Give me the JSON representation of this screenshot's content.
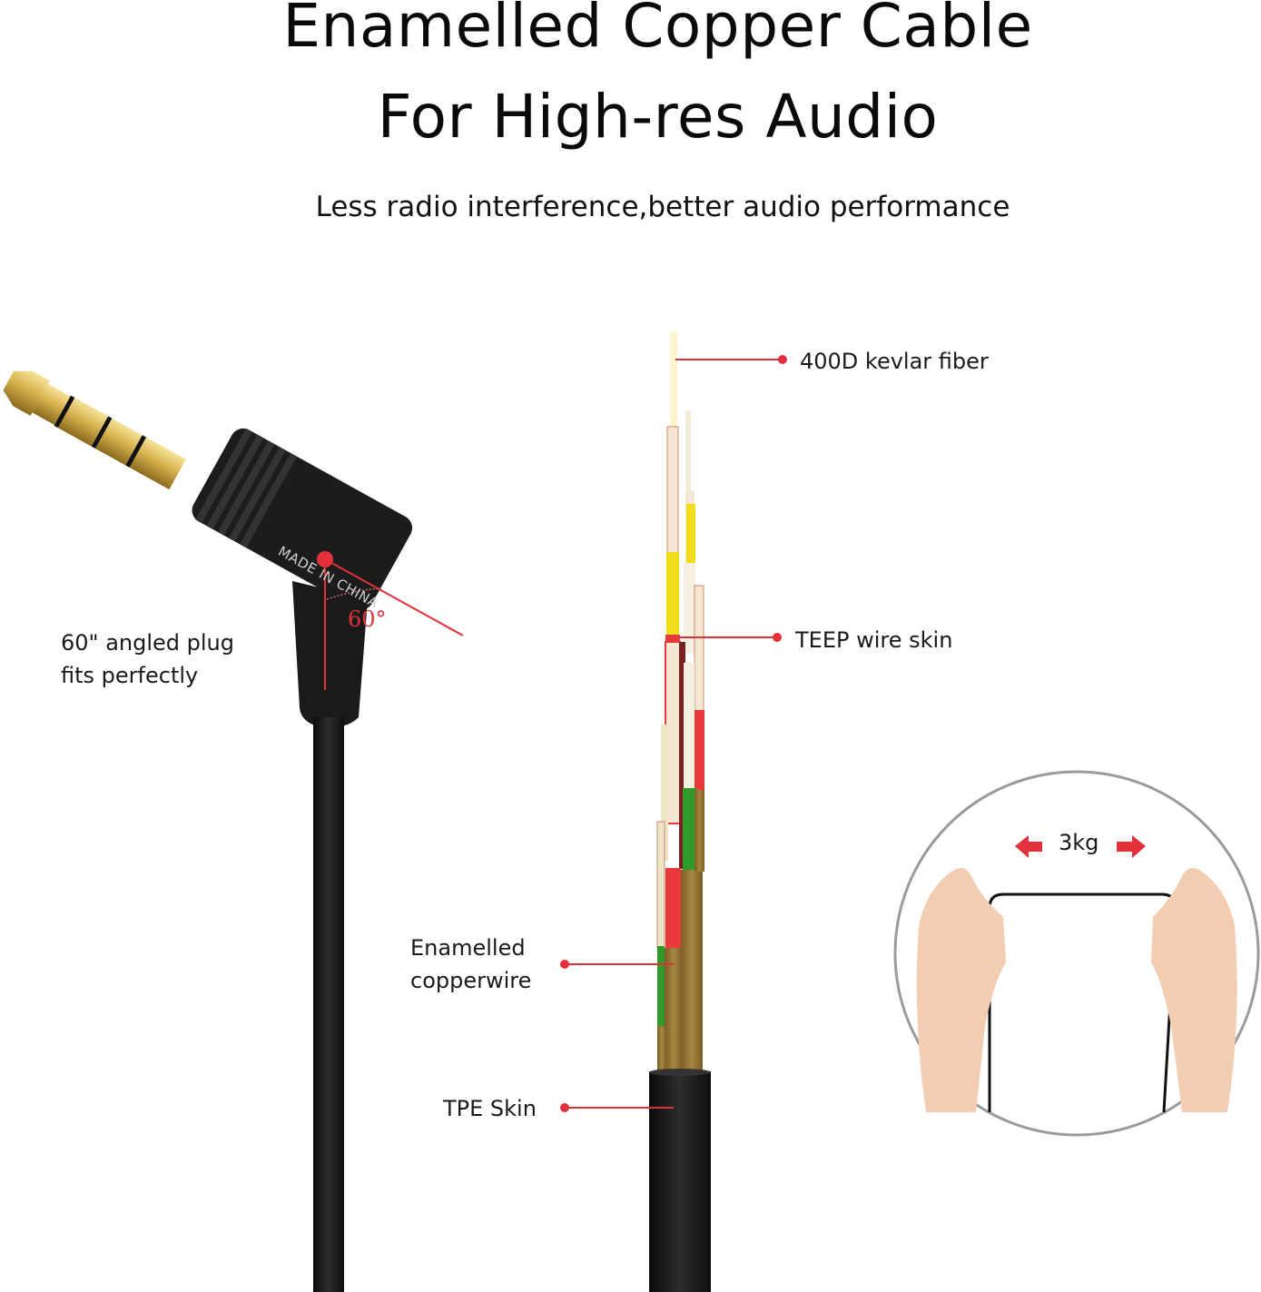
{
  "header": {
    "title_line1": "Enamelled Copper Cable",
    "title_line2": "For High-res Audio",
    "subtitle": "Less radio interference,better audio performance"
  },
  "plug": {
    "label_line1": "60\" angled plug",
    "label_line2": "fits perfectly",
    "engraving": "MADE IN CHINA",
    "angle_label": "60°"
  },
  "callouts": [
    {
      "id": "kevlar",
      "text": "400D kevlar fiber"
    },
    {
      "id": "teep",
      "text": "TEEP wire skin"
    },
    {
      "id": "copper_line1",
      "text": "Enamelled"
    },
    {
      "id": "copper_line2",
      "text": "copperwire"
    },
    {
      "id": "tpe",
      "text": "TPE Skin"
    }
  ],
  "strength_test": {
    "label": "3kg"
  },
  "colors": {
    "accent_red": "#e2313b",
    "gold": "#c9a44a",
    "cable_black": "#1b1b1b",
    "wire_brown": "#9a7637",
    "wire_yellow": "#f0dc1a",
    "wire_green": "#2f9a2a",
    "wire_red": "#e83a3a"
  }
}
